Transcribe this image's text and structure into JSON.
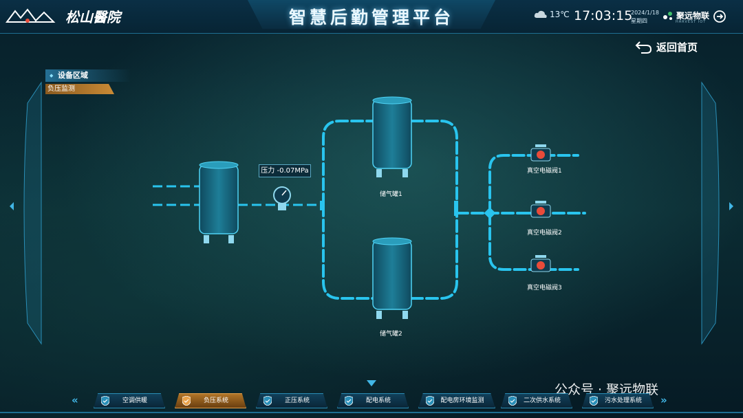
{
  "header": {
    "logo_text": "松山醫院",
    "title": "智慧后勤管理平台",
    "weather": "13℃",
    "time": "17:03:15",
    "date": "2024/1/18",
    "weekday": "星期四",
    "brand": "聚远物联",
    "brand_sub": "HARVEST IOT"
  },
  "back_button": "返回首页",
  "panel": {
    "title": "设备区域",
    "item": "负压监测"
  },
  "diagram": {
    "pressure_label": "压力 -0.07MPa",
    "tank1": "储气罐1",
    "tank2": "储气罐2",
    "valves": [
      "真空电磁阀1",
      "真空电磁阀2",
      "真空电磁阀3"
    ]
  },
  "nav": {
    "items": [
      "空调供暖",
      "负压系统",
      "正压系统",
      "配电系统",
      "配电房环境监测",
      "二次供水系统",
      "污水处理系统"
    ],
    "active_index": 1
  },
  "watermark": "公众号 · 聚远物联",
  "colors": {
    "pipe": "#25c6ef",
    "active_nav": "#c98a35",
    "valve": "#e84b3a",
    "tank": "#1c6f8a"
  }
}
